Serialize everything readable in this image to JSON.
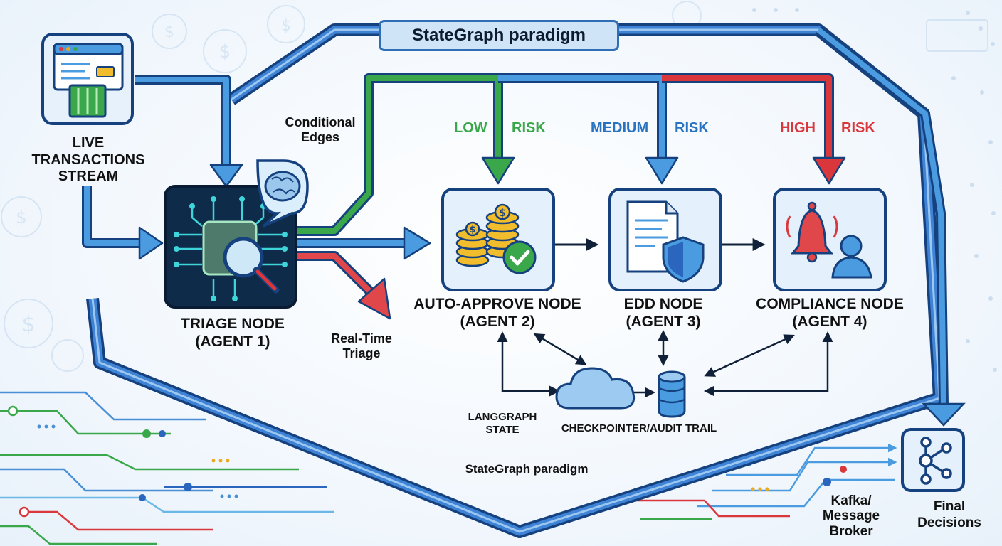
{
  "banner": {
    "title": "StateGraph paradigm"
  },
  "source": {
    "label_line1": "LIVE",
    "label_line2": "TRANSACTIONS",
    "label_line3": "STREAM"
  },
  "triage": {
    "title": "TRIAGE NODE",
    "agent": "(AGENT 1)"
  },
  "annotations": {
    "conditional_line1": "Conditional",
    "conditional_line2": "Edges",
    "realtime_line1": "Real-Time",
    "realtime_line2": "Triage",
    "langgraph_line1": "LANGGRAPH",
    "langgraph_line2": "STATE",
    "checkpointer": "CHECKPOINTER/AUDIT TRAIL",
    "paradigm_bottom": "StateGraph paradigm",
    "kafka_line1": "Kafka/",
    "kafka_line2": "Message",
    "kafka_line3": "Broker",
    "final_line1": "Final",
    "final_line2": "Decisions"
  },
  "risk_levels": [
    {
      "level": "LOW",
      "word": "RISK",
      "color": "#3aa84a"
    },
    {
      "level": "MEDIUM",
      "word": "RISK",
      "color": "#2a73c0"
    },
    {
      "level": "HIGH",
      "word": "RISK",
      "color": "#d9373b"
    }
  ],
  "nodes": [
    {
      "title": "AUTO-APPROVE NODE",
      "agent": "(AGENT 2)",
      "icon": "coins-check-icon"
    },
    {
      "title": "EDD NODE",
      "agent": "(AGENT 3)",
      "icon": "document-shield-icon"
    },
    {
      "title": "COMPLIANCE NODE",
      "agent": "(AGENT 4)",
      "icon": "alarm-bell-person-icon"
    }
  ],
  "colors": {
    "frame": "#2a66bd",
    "frame_dark": "#16417f",
    "arrow_blue": "#3f8fdc",
    "green": "#3aa84a",
    "red": "#d9373b",
    "ink": "#0f2038"
  }
}
